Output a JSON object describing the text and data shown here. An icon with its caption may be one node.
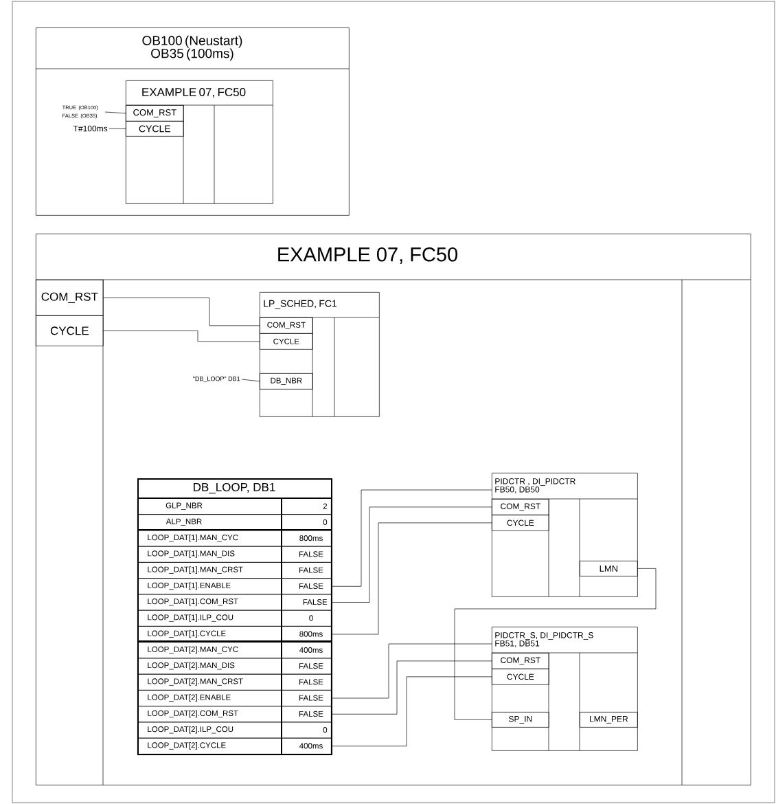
{
  "diagram": {
    "nodes": [
      {
        "text": [
          "OB100 (Neustart) OB35 (100ms)"
        ]
      },
      {
        "text": [
          "EXAMPLE 07, FC50"
        ],
        "in": 0
      },
      {
        "text": [
          "COM_RST"
        ],
        "in": 1
      },
      {
        "text": [
          "CYCLE"
        ],
        "in": 1
      },
      {
        "text": [
          "TRUE (OB100) FALSE (OB35)"
        ],
        "in": 0
      },
      {
        "text": [
          "T#100ms"
        ],
        "in": 0
      },
      {
        "text": [
          "EXAMPLE 07, FC50"
        ]
      },
      {
        "text": [
          "COM_RST"
        ],
        "in": 6
      },
      {
        "text": [
          "CYCLE"
        ],
        "in": 6
      },
      {
        "text": [
          "LP_SCHED, FC1"
        ],
        "in": 6
      },
      {
        "text": [
          "COM_RST"
        ],
        "in": 9
      },
      {
        "text": [
          "CYCLE"
        ],
        "in": 9
      },
      {
        "text": [
          "DB_NBR"
        ],
        "in": 9
      },
      {
        "text": [
          "\"DB_LOOP\" DB1"
        ],
        "in": 6
      },
      {
        "text": [
          "DB_LOOP, DB1"
        ],
        "in": 6
      },
      {
        "text": [
          "GLP_NBR",
          "2"
        ],
        "in": 14
      },
      {
        "text": [
          "ALP_NBR",
          "0"
        ],
        "in": 14
      },
      {
        "text": [
          "LOOP_DAT[1].MAN_CYC",
          "800ms"
        ],
        "in": 14
      },
      {
        "text": [
          "LOOP_DAT[1].MAN_DIS",
          "FALSE"
        ],
        "in": 14
      },
      {
        "text": [
          "LOOP_DAT[1].MAN_CRST",
          "FALSE"
        ],
        "in": 14
      },
      {
        "text": [
          "LOOP_DAT[1].ENABLE",
          "FALSE"
        ],
        "in": 14
      },
      {
        "text": [
          "LOOP_DAT[1].COM_RST",
          "FALSE"
        ],
        "in": 14
      },
      {
        "text": [
          "LOOP_DAT[1].ILP_COU",
          "0"
        ],
        "in": 14
      },
      {
        "text": [
          "LOOP_DAT[1].CYCLE",
          "800ms"
        ],
        "in": 14
      },
      {
        "text": [
          "LOOP_DAT[2].MAN_CYC",
          "400ms"
        ],
        "in": 14
      },
      {
        "text": [
          "LOOP_DAT[2].MAN_DIS",
          "FALSE"
        ],
        "in": 14
      },
      {
        "text": [
          "LOOP_DAT[2].MAN_CRST",
          "FALSE"
        ],
        "in": 14
      },
      {
        "text": [
          "LOOP_DAT[2].ENABLE",
          "FALSE"
        ],
        "in": 14
      },
      {
        "text": [
          "LOOP_DAT[2].COM_RST",
          "FALSE"
        ],
        "in": 14
      },
      {
        "text": [
          "LOOP_DAT[2].ILP_COU",
          "0"
        ],
        "in": 14
      },
      {
        "text": [
          "LOOP_DAT[2].CYCLE",
          "400ms"
        ],
        "in": 14
      },
      {
        "text": [
          "PIDCTR , DI_PIDCTR FB50, DB50"
        ],
        "in": 6
      },
      {
        "text": [
          "COM_RST"
        ],
        "in": 31
      },
      {
        "text": [
          "CYCLE"
        ],
        "in": 31
      },
      {
        "text": [
          "LMN"
        ],
        "in": 31
      },
      {
        "text": [
          "PIDCTR_S, DI_PIDCTR_S FB51, DB51"
        ],
        "in": 6
      },
      {
        "text": [
          "COM_RST"
        ],
        "in": 35
      },
      {
        "text": [
          "CYCLE"
        ],
        "in": 35
      },
      {
        "text": [
          "SP_IN"
        ],
        "in": 35
      },
      {
        "text": [
          "LMN_PER"
        ],
        "in": 35
      }
    ],
    "edges": [
      {
        "from": 4,
        "to": 2,
        "arrow": "none"
      },
      {
        "from": 5,
        "to": 3,
        "arrow": "none"
      },
      {
        "from": 7,
        "to": 10,
        "arrow": "none"
      },
      {
        "from": 8,
        "to": 11,
        "arrow": "none"
      },
      {
        "from": 13,
        "to": 12,
        "arrow": "none"
      },
      {
        "from": 20,
        "to": 31,
        "arrow": "none"
      },
      {
        "from": 21,
        "to": 32,
        "arrow": "none"
      },
      {
        "from": 23,
        "to": 33,
        "arrow": "none"
      },
      {
        "from": 27,
        "to": 35,
        "arrow": "none"
      },
      {
        "from": 28,
        "to": 36,
        "arrow": "none"
      },
      {
        "from": 30,
        "to": 37,
        "arrow": "none"
      },
      {
        "from": 34,
        "to": 38,
        "arrow": "none"
      }
    ]
  }
}
